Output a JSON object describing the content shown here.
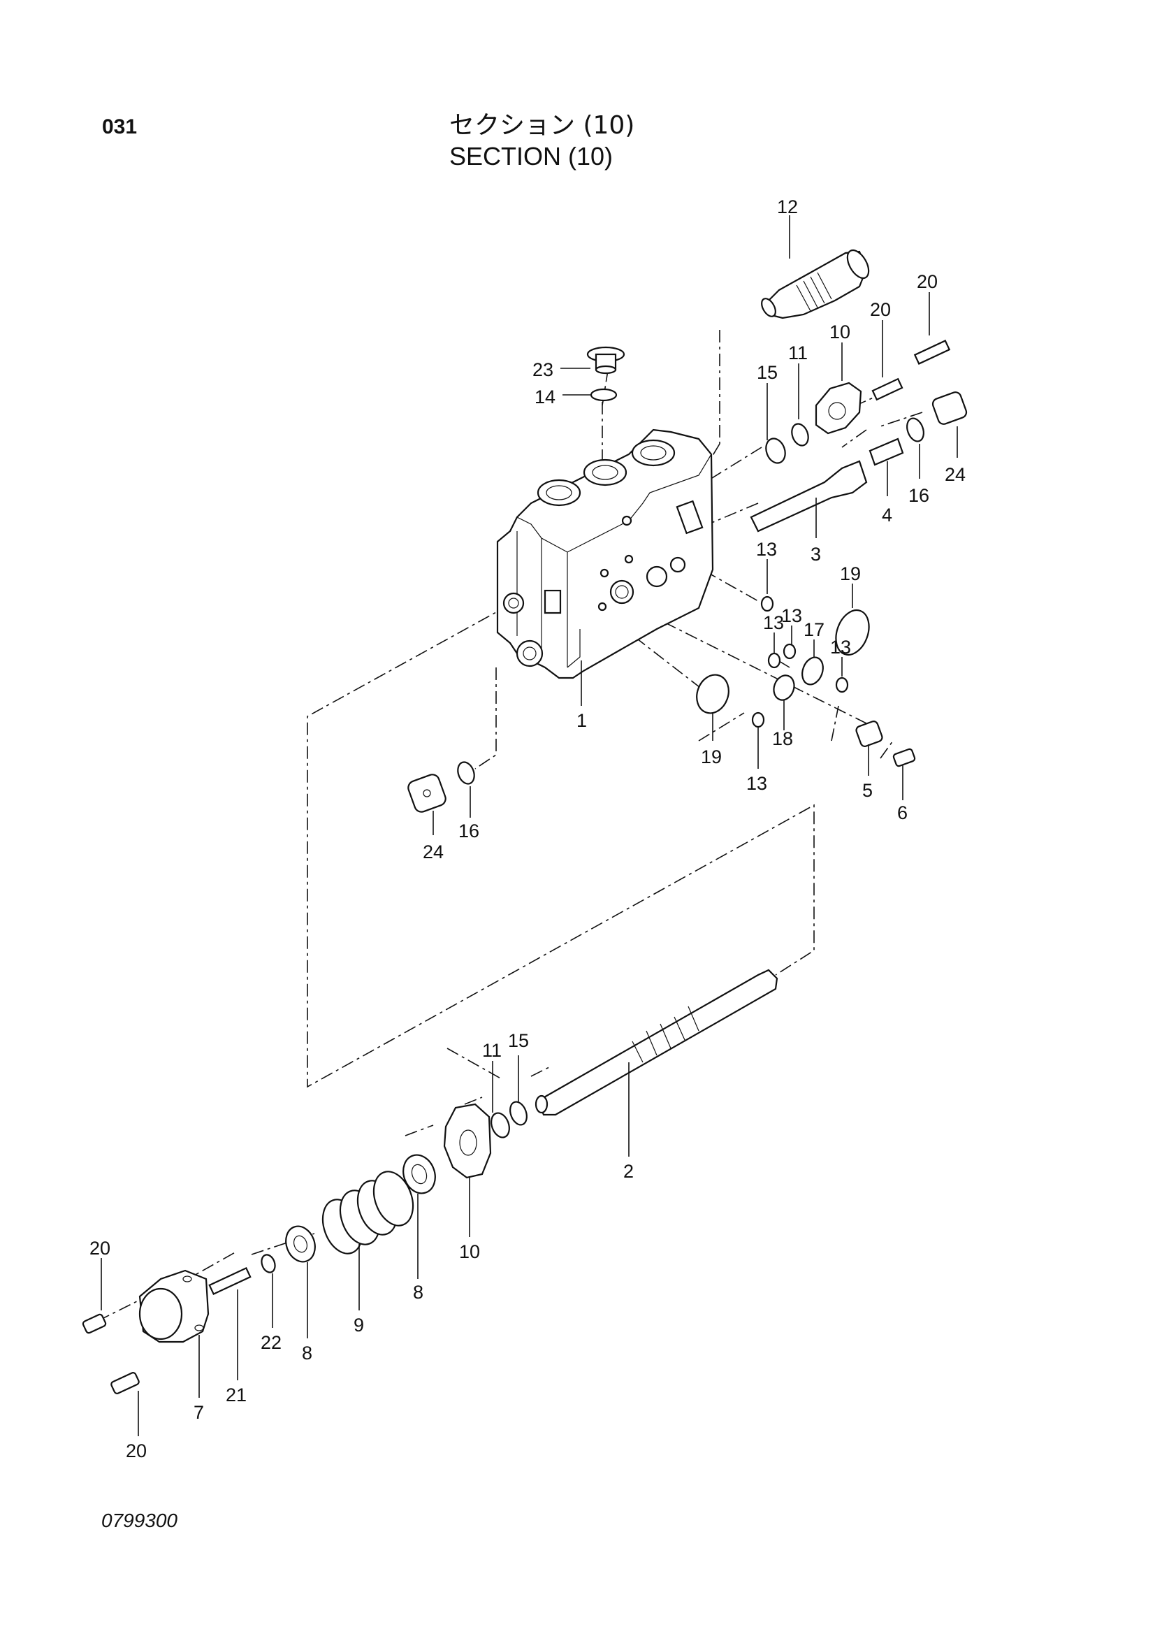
{
  "header": {
    "page_number": "031",
    "title_jp": "セクション (10)",
    "title_en": "SECTION (10)"
  },
  "footer": {
    "drawing_code": "0799300"
  },
  "callouts": {
    "c12": "12",
    "c20_top_right": "20",
    "c20_top_mid": "20",
    "c10_top": "10",
    "c11_top": "11",
    "c15_top": "15",
    "c23": "23",
    "c14": "14",
    "c24_right": "24",
    "c16_right": "16",
    "c4": "4",
    "c3": "3",
    "c13_a": "13",
    "c19_top": "19",
    "c13_b": "13",
    "c13_c": "13",
    "c17": "17",
    "c13_d": "13",
    "c1": "1",
    "c19_low": "19",
    "c18": "18",
    "c13_e": "13",
    "c5": "5",
    "c6": "6",
    "c24_left": "24",
    "c16_left": "16",
    "c11_low": "11",
    "c15_low": "15",
    "c2": "2",
    "c10_low": "10",
    "c8_mid": "8",
    "c9": "9",
    "c8_low": "8",
    "c20_left_top": "20",
    "c22": "22",
    "c21": "21",
    "c7": "7",
    "c20_left_bottom": "20"
  }
}
